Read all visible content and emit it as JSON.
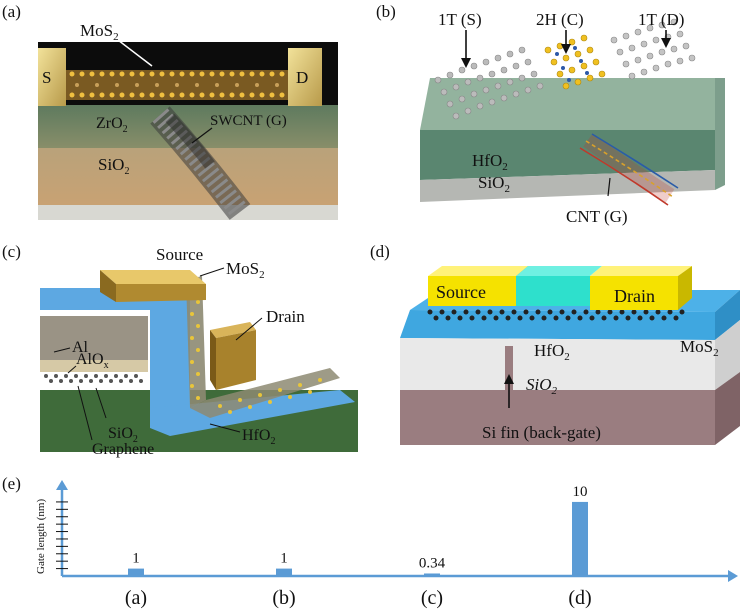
{
  "panels": {
    "a": {
      "label": "(a)",
      "mos2": "MoS",
      "mos2_sub": "2",
      "source": "S",
      "drain": "D",
      "zro2": "ZrO",
      "zro2_sub": "2",
      "swcnt": "SWCNT (G)",
      "sio2": "SiO",
      "sio2_sub": "2"
    },
    "b": {
      "label": "(b)",
      "t1s": "1T (S)",
      "h2c": "2H (C)",
      "t1d": "1T (D)",
      "hfo2": "HfO",
      "hfo2_sub": "2",
      "sio2": "SiO",
      "sio2_sub": "2",
      "cnt": "CNT (G)"
    },
    "c": {
      "label": "(c)",
      "source": "Source",
      "mos2": "MoS",
      "mos2_sub": "2",
      "drain": "Drain",
      "al": "Al",
      "alox": "AlO",
      "alox_sub": "x",
      "sio2": "SiO",
      "sio2_sub": "2",
      "graphene": "Graphene",
      "hfo2": "HfO",
      "hfo2_sub": "2"
    },
    "d": {
      "label": "(d)",
      "source": "Source",
      "drain": "Drain",
      "hfo2": "HfO",
      "hfo2_sub": "2",
      "mos2": "MoS",
      "mos2_sub": "2",
      "sio2": "SiO",
      "sio2_sub": "2",
      "sifin": "Si fin (back-gate)"
    },
    "e": {
      "label": "(e)"
    }
  },
  "chart_data": {
    "type": "bar",
    "categories": [
      "(a)",
      "(b)",
      "(c)",
      "(d)"
    ],
    "values": [
      1,
      1,
      0.34,
      10
    ],
    "value_labels": [
      "1",
      "1",
      "0.34",
      "10"
    ],
    "ylabel": "Gate length (nm)",
    "ylim": [
      0,
      10.8
    ],
    "bar_color": "#5b9bd5",
    "axis_color": "#5b9bd5",
    "grid": false,
    "legend": "none"
  }
}
